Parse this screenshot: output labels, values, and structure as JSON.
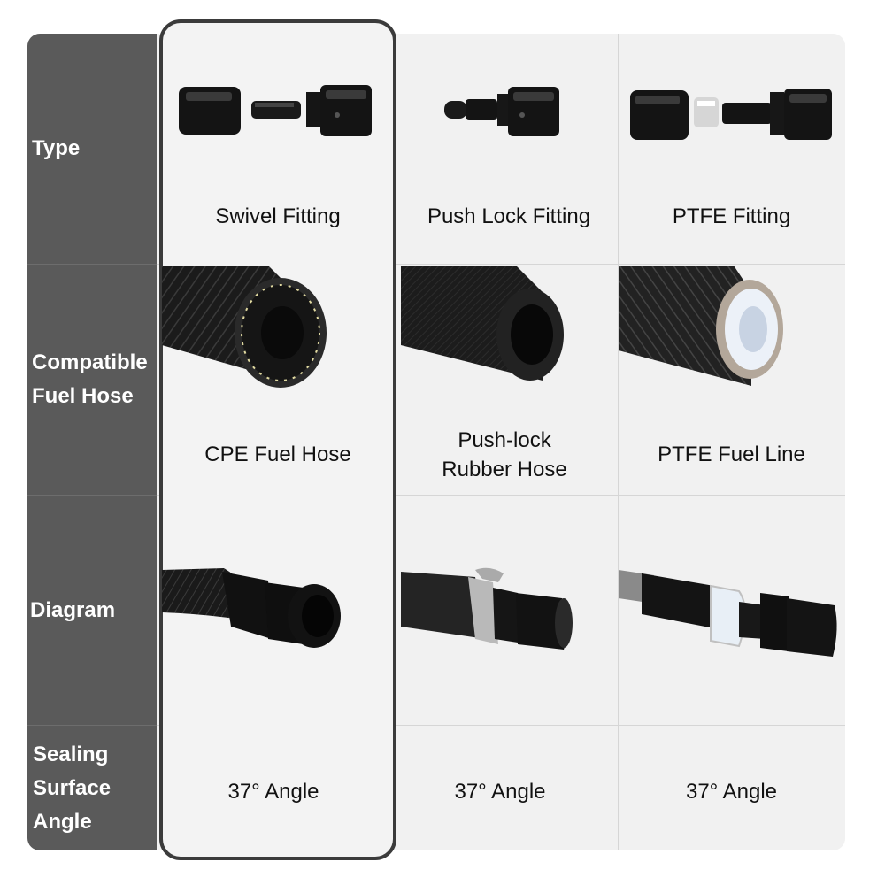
{
  "rows": {
    "type": "Type",
    "hose_line1": "Compatible",
    "hose_line2": "Fuel Hose",
    "diagram": "Diagram",
    "sealing_line1": "Sealing",
    "sealing_line2": "Surface",
    "sealing_line3": "Angle"
  },
  "columns": [
    {
      "fitting": "Swivel Fitting",
      "hose": "CPE Fuel Hose",
      "angle": "37° Angle"
    },
    {
      "fitting": "Push Lock Fitting",
      "hose_line1": "Push-lock",
      "hose_line2": "Rubber Hose",
      "angle": "37° Angle"
    },
    {
      "fitting": "PTFE Fitting",
      "hose": "PTFE Fuel Line",
      "angle": "37° Angle"
    }
  ],
  "colors": {
    "label_bg": "#5a5a5a",
    "cell_bg": "#f2f2f2",
    "highlight_border": "#3b3b3b",
    "fitting_black": "#141414"
  }
}
